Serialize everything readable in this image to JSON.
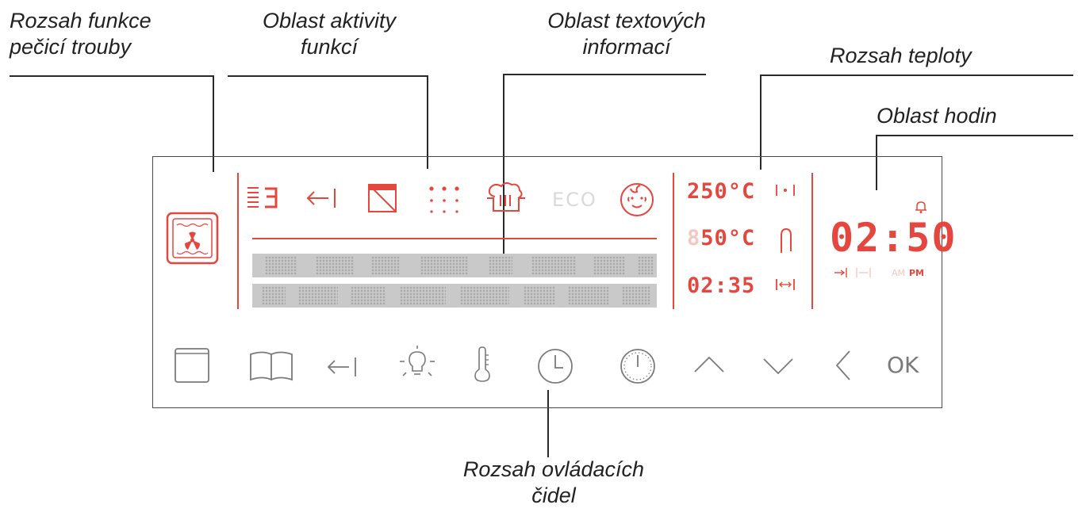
{
  "callouts": {
    "oven_function": [
      "Rozsah funkce",
      "pečicí trouby"
    ],
    "function_activity": [
      "Oblast aktivity",
      "funkcí"
    ],
    "text_info": [
      "Oblast textových",
      "informací"
    ],
    "temperature": "Rozsah teploty",
    "clock": "Oblast hodin",
    "sensors": [
      "Rozsah ovládacích",
      "čidel"
    ]
  },
  "display": {
    "temp_setpoint": "250°C",
    "temp_second_dim": "8",
    "temp_second": "50°C",
    "timer": "02:35",
    "clock_time": "02:50",
    "eco_label": "ECO",
    "am_label": "AM",
    "pm_label": "PM",
    "ok_label": "OK"
  },
  "colors": {
    "accent": "#e5463e",
    "accent_dim": "#f4c7c4",
    "inactive": "#d9d9d9",
    "outline": "#4a4a4a",
    "matrix": "#c9c9c9"
  },
  "icons": [
    "oven-fan-icon",
    "rack-level-icon",
    "back-arrow-icon",
    "no-preheat-icon",
    "dots-grid-icon",
    "steam-icon",
    "eco-icon",
    "child-lock-icon",
    "duration-icon",
    "meat-probe-icon",
    "end-time-icon",
    "bell-icon",
    "oven-icon",
    "book-icon",
    "back-icon",
    "light-icon",
    "thermometer-icon",
    "clock-icon",
    "timer-icon",
    "up-icon",
    "down-icon",
    "left-icon",
    "ok-icon"
  ]
}
